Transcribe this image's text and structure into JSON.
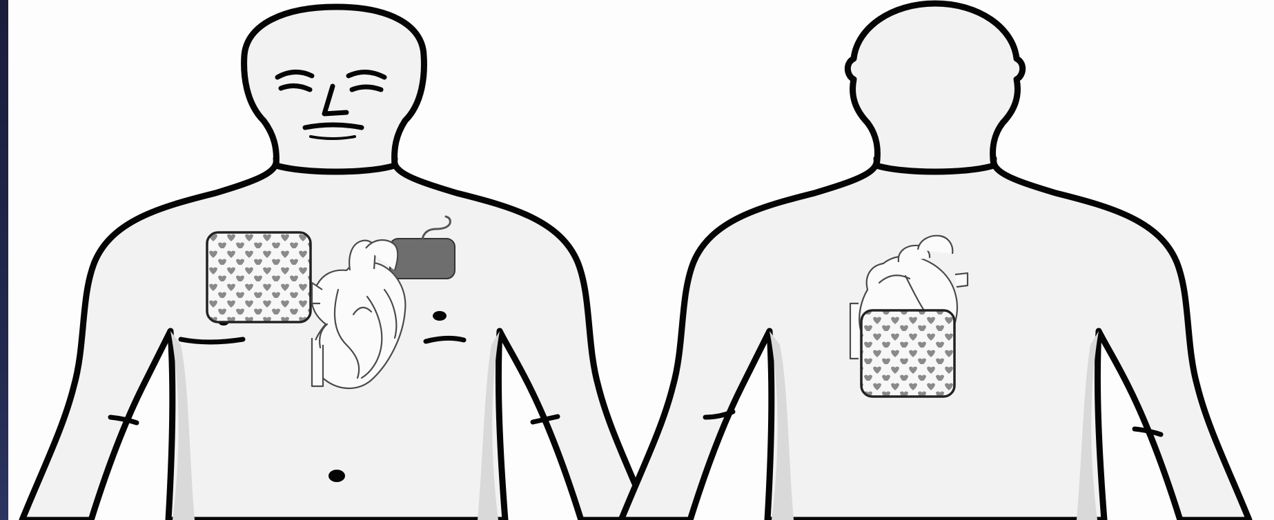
{
  "colors": {
    "background": "#000000",
    "canvas": "#fdfdfd",
    "outline": "#050505",
    "skin": "#f2f2f2",
    "device": "#6e6e6e",
    "pad_pattern": "#8a8a8a"
  },
  "figures": [
    {
      "id": "front-view",
      "items": [
        "electrode-pad-anterior",
        "heart",
        "implanted-device"
      ]
    },
    {
      "id": "back-view",
      "items": [
        "heart",
        "electrode-pad-posterior"
      ]
    }
  ]
}
